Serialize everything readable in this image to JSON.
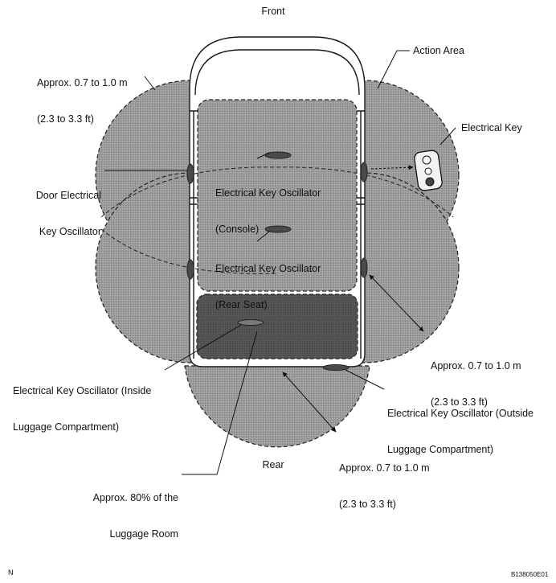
{
  "labels": {
    "front": "Front",
    "rear": "Rear",
    "range_top_left_1": "Approx. 0.7 to 1.0 m",
    "range_top_left_2": "(2.3 to 3.3 ft)",
    "action_area": "Action Area",
    "electrical_key": "Electrical Key",
    "door_oscillator_1": "Door Electrical",
    "door_oscillator_2": "Key Oscillator",
    "console_osc_1": "Electrical Key Oscillator",
    "console_osc_2": "(Console)",
    "rear_seat_osc_1": "Electrical Key Oscillator",
    "rear_seat_osc_2": "(Rear Seat)",
    "range_right_1": "Approx. 0.7 to 1.0 m",
    "range_right_2": "(2.3 to 3.3 ft)",
    "inside_luggage_1": "Electrical Key Oscillator (Inside",
    "inside_luggage_2": "Luggage Compartment)",
    "outside_luggage_1": "Electrical Key Oscillator (Outside",
    "outside_luggage_2": "Luggage Compartment)",
    "range_bottom_1": "Approx. 0.7 to 1.0 m",
    "range_bottom_2": "(2.3 to 3.3 ft)",
    "luggage_room_1": "Approx. 80% of the",
    "luggage_room_2": "Luggage Room",
    "corner_left": "N",
    "corner_right": "B138050E01"
  },
  "colors": {
    "zone_fill": "#9a9a9a",
    "luggage_fill": "#555555",
    "oscillator_fill": "#4a4a4a",
    "line": "#1a1a1a"
  },
  "icons": {
    "key_fob": "key-fob-icon",
    "oscillator": "oscillator-icon"
  }
}
